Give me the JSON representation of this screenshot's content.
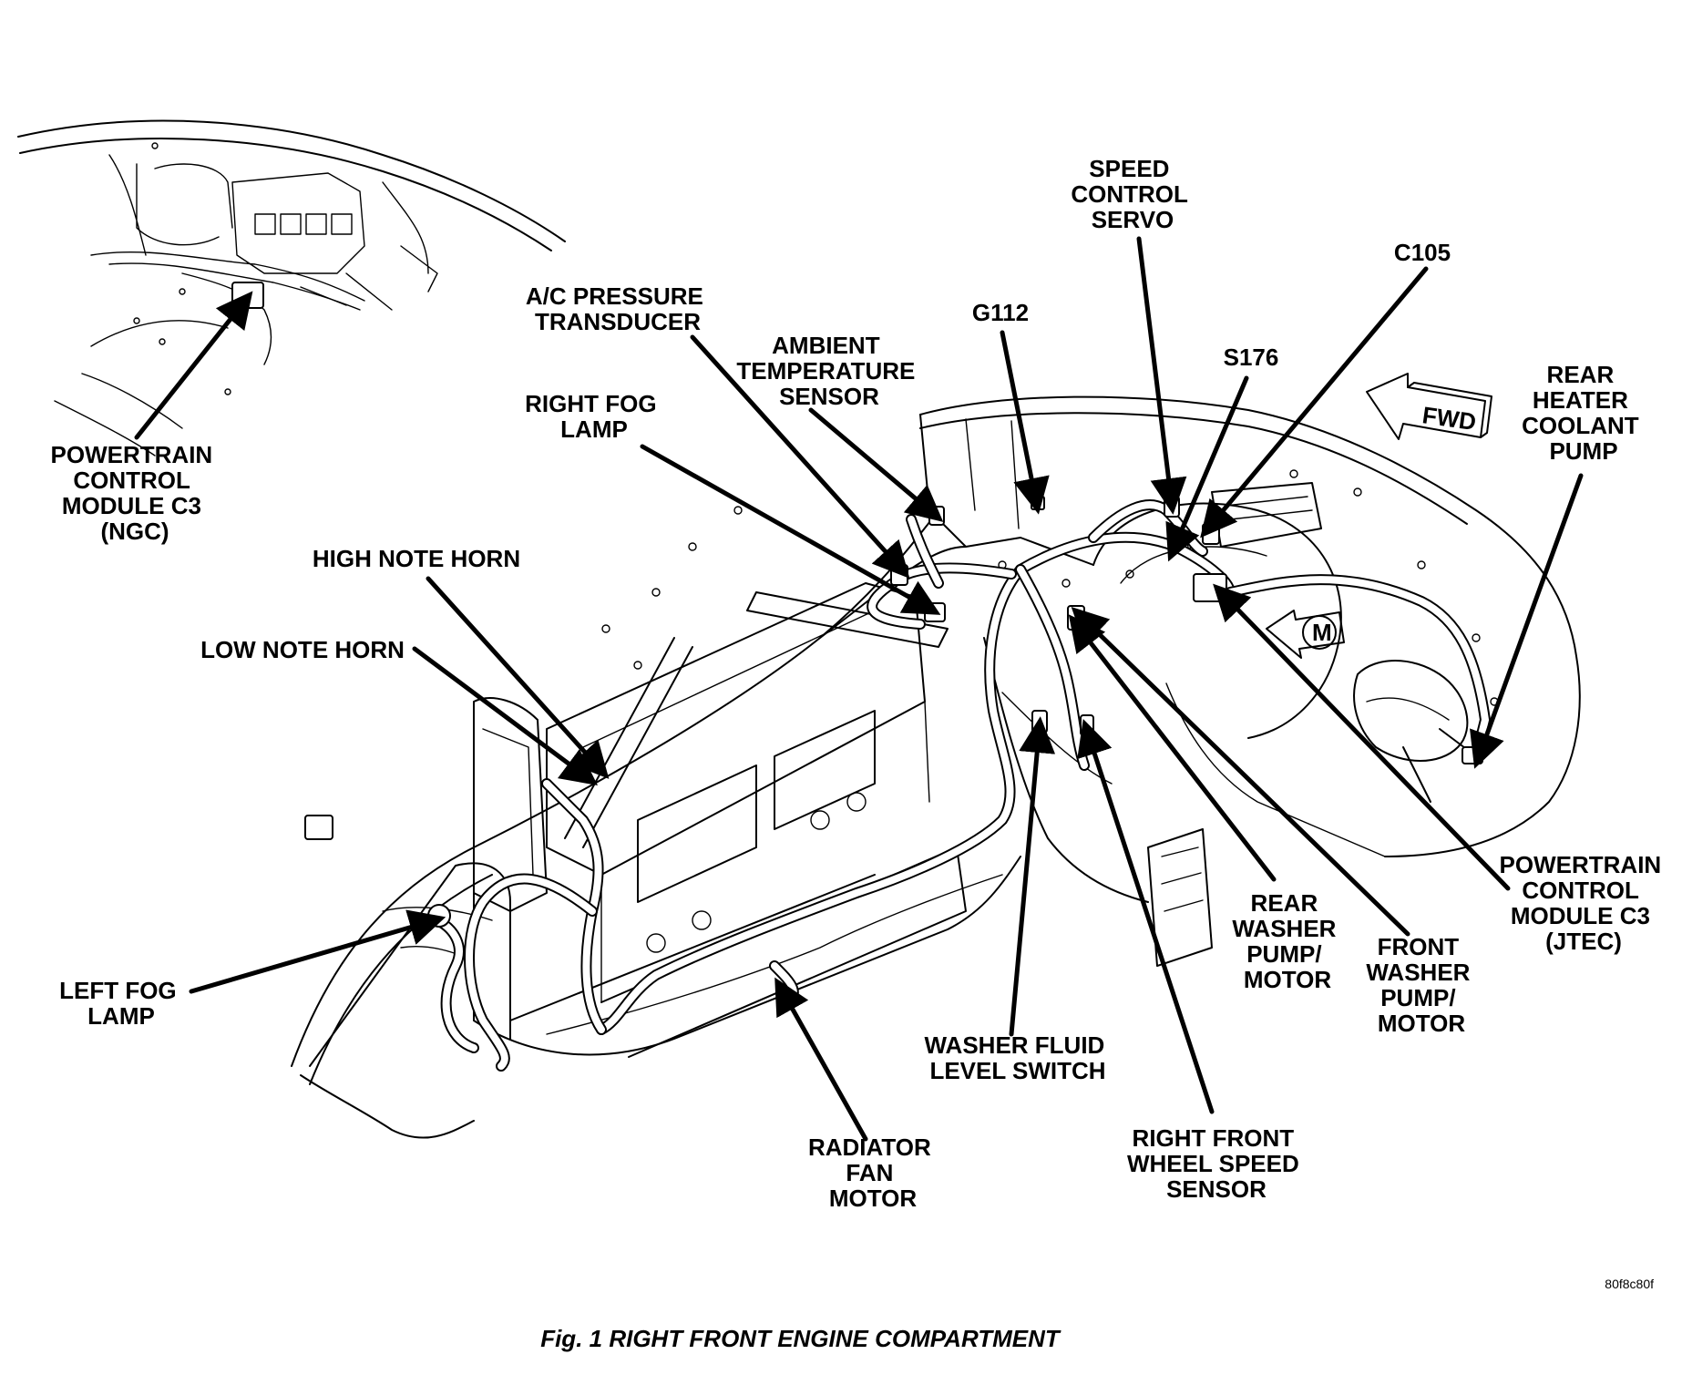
{
  "figure": {
    "caption": "Fig. 1 RIGHT FRONT ENGINE COMPARTMENT",
    "code": "80f8c80f",
    "fwd_label": "FWD",
    "motor_symbol": "M"
  },
  "labels": {
    "pcm_ngc": [
      "POWERTRAIN",
      "CONTROL",
      "MODULE C3",
      "(NGC)"
    ],
    "ac_transducer": [
      "A/C PRESSURE",
      "TRANSDUCER"
    ],
    "right_fog": [
      "RIGHT FOG",
      "LAMP"
    ],
    "ambient_sensor": [
      "AMBIENT",
      "TEMPERATURE",
      "SENSOR"
    ],
    "g112": [
      "G112"
    ],
    "speed_servo": [
      "SPEED",
      "CONTROL",
      "SERVO"
    ],
    "s176": [
      "S176"
    ],
    "c105": [
      "C105"
    ],
    "rear_heater_pump": [
      "REAR",
      "HEATER",
      "COOLANT",
      "PUMP"
    ],
    "high_horn": [
      "HIGH NOTE HORN"
    ],
    "low_horn": [
      "LOW NOTE HORN"
    ],
    "left_fog": [
      "LEFT FOG",
      "LAMP"
    ],
    "radiator_fan": [
      "RADIATOR",
      "FAN",
      "MOTOR"
    ],
    "washer_switch": [
      "WASHER FLUID",
      "LEVEL SWITCH"
    ],
    "wheel_sensor": [
      "RIGHT FRONT",
      "WHEEL SPEED",
      "SENSOR"
    ],
    "rear_washer": [
      "REAR",
      "WASHER",
      "PUMP/",
      "MOTOR"
    ],
    "front_washer": [
      "FRONT",
      "WASHER",
      "PUMP/",
      "MOTOR"
    ],
    "pcm_jtec": [
      "POWERTRAIN",
      "CONTROL",
      "MODULE C3",
      "(JTEC)"
    ]
  }
}
